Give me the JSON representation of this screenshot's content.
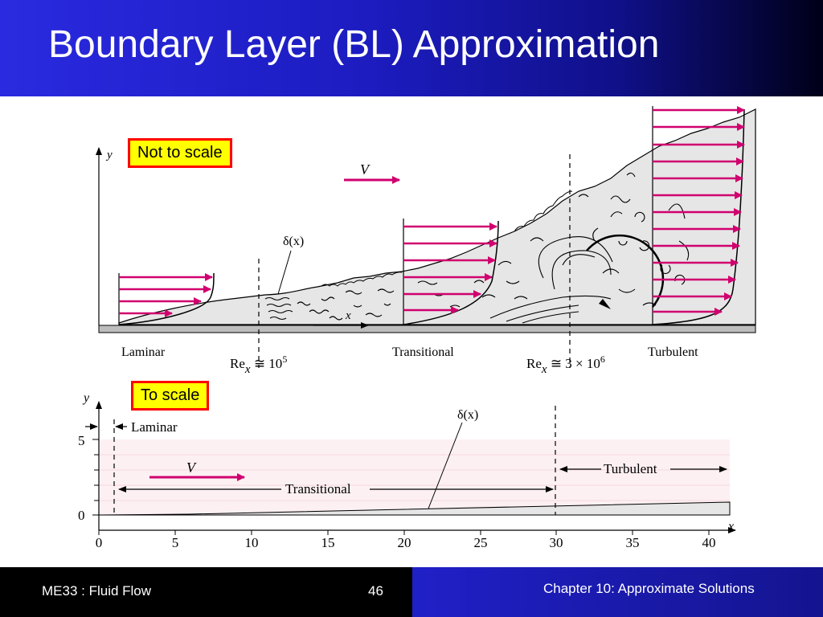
{
  "slide": {
    "title": "Boundary Layer (BL) Approximation",
    "colors": {
      "title_gradient_start": "#2a2ae0",
      "title_gradient_end": "#000018",
      "arrow": "#d0006f",
      "tag_fill": "#ffff00",
      "tag_border": "#ff0000",
      "bl_fill": "#e6e6e6",
      "to_scale_band": "#fdf0f3"
    }
  },
  "top_diagram": {
    "tag": "Not to scale",
    "axis_y": "y",
    "axis_x": "x",
    "velocity_label": "V",
    "delta_label": "δ(x)",
    "regions": [
      "Laminar",
      "Transitional",
      "Turbulent"
    ],
    "re_labels": [
      {
        "prefix": "Re",
        "sub": "x",
        "rel": " ≅ 10",
        "sup": "5"
      },
      {
        "prefix": "Re",
        "sub": "x",
        "rel": " ≅ 3 × 10",
        "sup": "6"
      }
    ]
  },
  "bottom_diagram": {
    "tag": "To scale",
    "axis_y": "y",
    "axis_x": "x",
    "y_ticks": [
      "5",
      "0"
    ],
    "x_ticks": [
      "0",
      "5",
      "10",
      "15",
      "20",
      "25",
      "30",
      "35",
      "40"
    ],
    "delta_label": "δ(x)",
    "laminar_label": "Laminar",
    "transitional_label": "Transitional",
    "turbulent_label": "Turbulent",
    "velocity_label": "V"
  },
  "footer": {
    "course": "ME33 :  Fluid Flow",
    "page": "46",
    "chapter": "Chapter 10:  Approximate Solutions"
  }
}
